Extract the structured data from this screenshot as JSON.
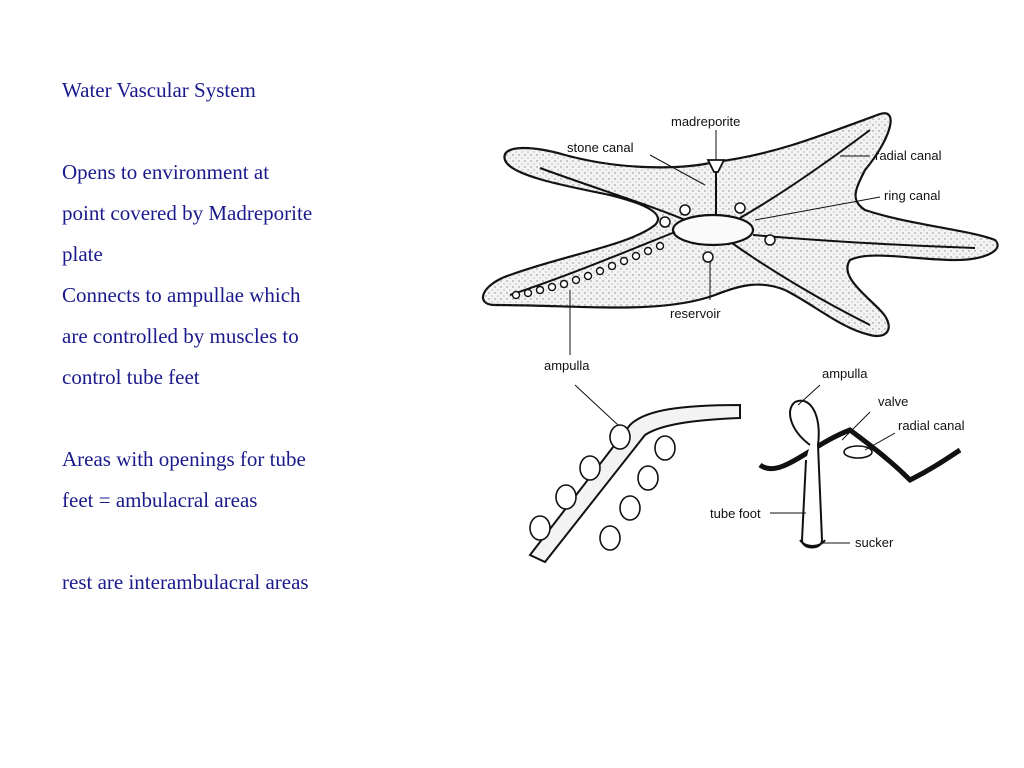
{
  "slide": {
    "title": "Water Vascular System",
    "lines_block1": [
      "Opens to environment at",
      "point covered by Madreporite",
      "plate",
      "Connects to ampullae which",
      "are controlled by muscles to",
      "control tube feet"
    ],
    "lines_block2": [
      "Areas with openings for tube",
      "feet = ambulacral areas"
    ],
    "lines_block3": [
      "rest are interambulacral areas"
    ]
  },
  "diagram": {
    "labels": {
      "madreporite": "madreporite",
      "stone_canal": "stone canal",
      "radial_canal": "radial canal",
      "ring_canal": "ring canal",
      "reservoir": "reservoir",
      "ampulla_left": "ampulla",
      "ampulla_right": "ampulla",
      "valve": "valve",
      "radial_canal_detail": "radial canal",
      "tube_foot": "tube foot",
      "sucker": "sucker"
    },
    "colors": {
      "text": "#1a1a8c",
      "ink": "#111111"
    }
  }
}
